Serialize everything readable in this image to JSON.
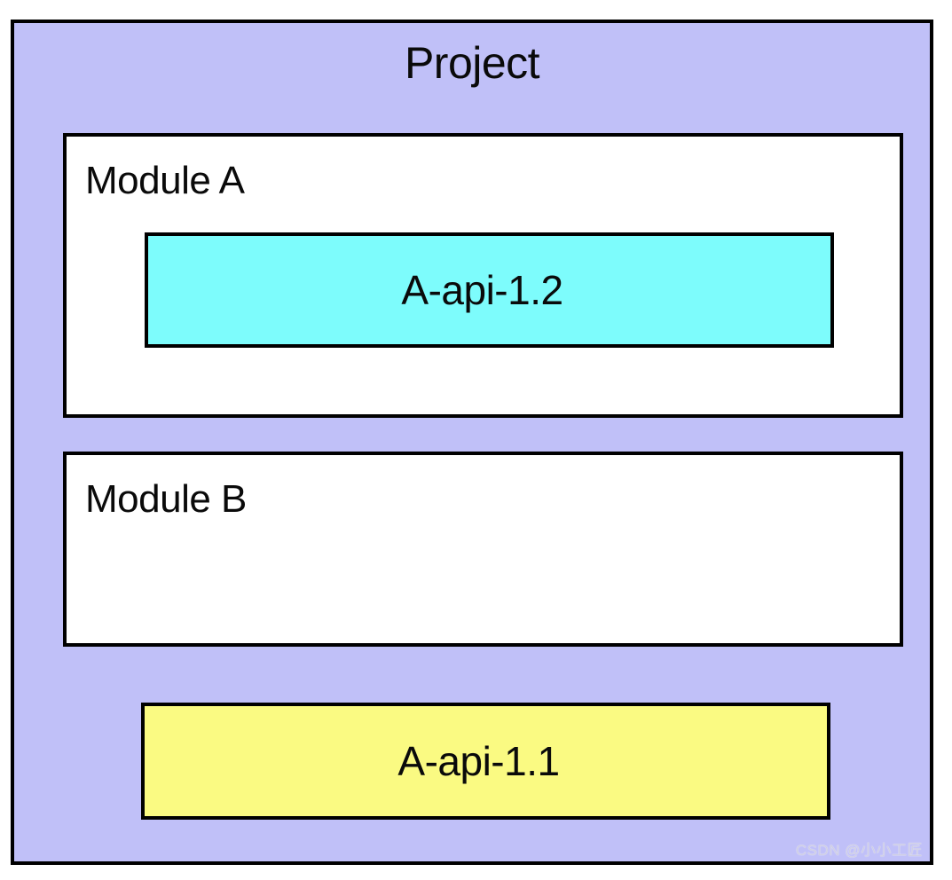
{
  "diagram": {
    "type": "nested-container-diagram",
    "project": {
      "title": "Project",
      "background_color": "#c0c0f8",
      "border_color": "#000000",
      "modules": [
        {
          "label": "Module A",
          "background_color": "#ffffff",
          "artifacts": [
            {
              "label": "A-api-1.2",
              "background_color": "#7dfcfc"
            }
          ]
        },
        {
          "label": "Module B",
          "background_color": "#ffffff",
          "artifacts": []
        }
      ],
      "artifacts": [
        {
          "label": "A-api-1.1",
          "background_color": "#fafa82"
        }
      ]
    }
  },
  "watermark": {
    "text": "CSDN @小小工匠"
  }
}
